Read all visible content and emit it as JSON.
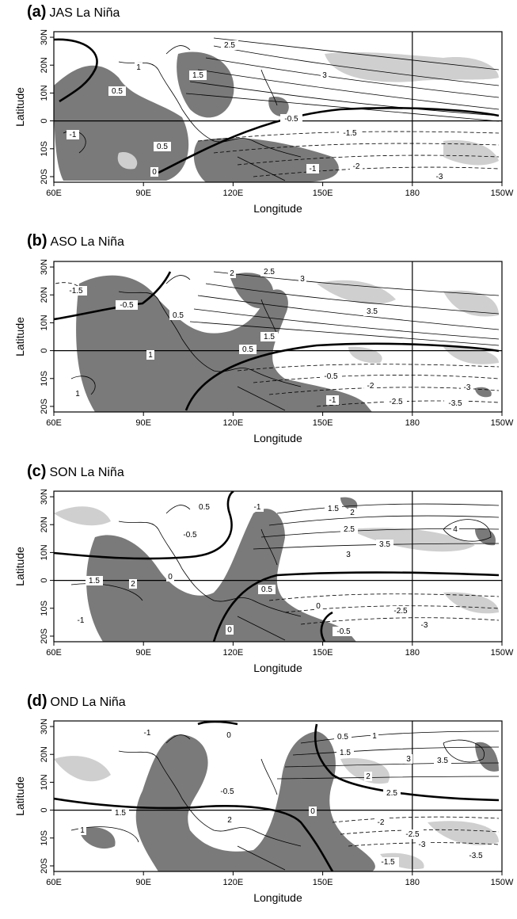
{
  "figure": {
    "panels": [
      {
        "letter": "(a)",
        "season": "JAS La Niña",
        "xlabel": "Longitude",
        "ylabel": "Latitude",
        "x_ticks": [
          "60E",
          "90E",
          "120E",
          "150E",
          "180",
          "150W"
        ],
        "y_ticks": [
          "30N",
          "20N",
          "10N",
          "0",
          "10S",
          "20S"
        ],
        "contour_labels": [
          "2.5",
          "3",
          "1",
          "1.5",
          "0.5",
          "-1",
          "0.5",
          "-0.5",
          "-1.5",
          "0",
          "-1",
          "-2",
          "-3"
        ]
      },
      {
        "letter": "(b)",
        "season": "ASO La Niña",
        "xlabel": "Longitude",
        "ylabel": "Latitude",
        "x_ticks": [
          "60E",
          "90E",
          "120E",
          "150E",
          "180",
          "150W"
        ],
        "y_ticks": [
          "30N",
          "20N",
          "10N",
          "0",
          "10S",
          "20S"
        ],
        "contour_labels": [
          "2",
          "2.5",
          "3",
          "-1.5",
          "-0.5",
          "0.5",
          "3.5",
          "1.5",
          "1",
          "0.5",
          "-0.5",
          "-1",
          "-2",
          "-2.5",
          "-3",
          "-3.5",
          "1"
        ]
      },
      {
        "letter": "(c)",
        "season": "SON La Niña",
        "xlabel": "Longitude",
        "ylabel": "Latitude",
        "x_ticks": [
          "60E",
          "90E",
          "120E",
          "150E",
          "180",
          "150W"
        ],
        "y_ticks": [
          "30N",
          "20N",
          "10N",
          "0",
          "10S",
          "20S"
        ],
        "contour_labels": [
          "0.5",
          "-1",
          "1.5",
          "2",
          "-0.5",
          "2.5",
          "3.5",
          "4",
          "3",
          "0",
          "1.5",
          "2",
          "0.5",
          "0",
          "0",
          "-0.5",
          "-2.5",
          "-3",
          "-1"
        ]
      },
      {
        "letter": "(d)",
        "season": "OND La Niña",
        "xlabel": "Longitude",
        "ylabel": "Latitude",
        "x_ticks": [
          "60E",
          "90E",
          "120E",
          "150E",
          "180",
          "150W"
        ],
        "y_ticks": [
          "30N",
          "20N",
          "10N",
          "0",
          "10S",
          "20S"
        ],
        "contour_labels": [
          "-1",
          "0",
          "0.5",
          "1",
          "1.5",
          "2",
          "2.5",
          "3",
          "3.5",
          "-0.5",
          "1.5",
          "2",
          "0",
          "-2",
          "-2.5",
          "-3",
          "-3.5",
          "-1.5",
          "1"
        ]
      }
    ]
  },
  "colors": {
    "dark_shading": "#7a7a7a",
    "light_shading": "#cfcfcf",
    "contour": "#000000",
    "frame": "#000000"
  }
}
